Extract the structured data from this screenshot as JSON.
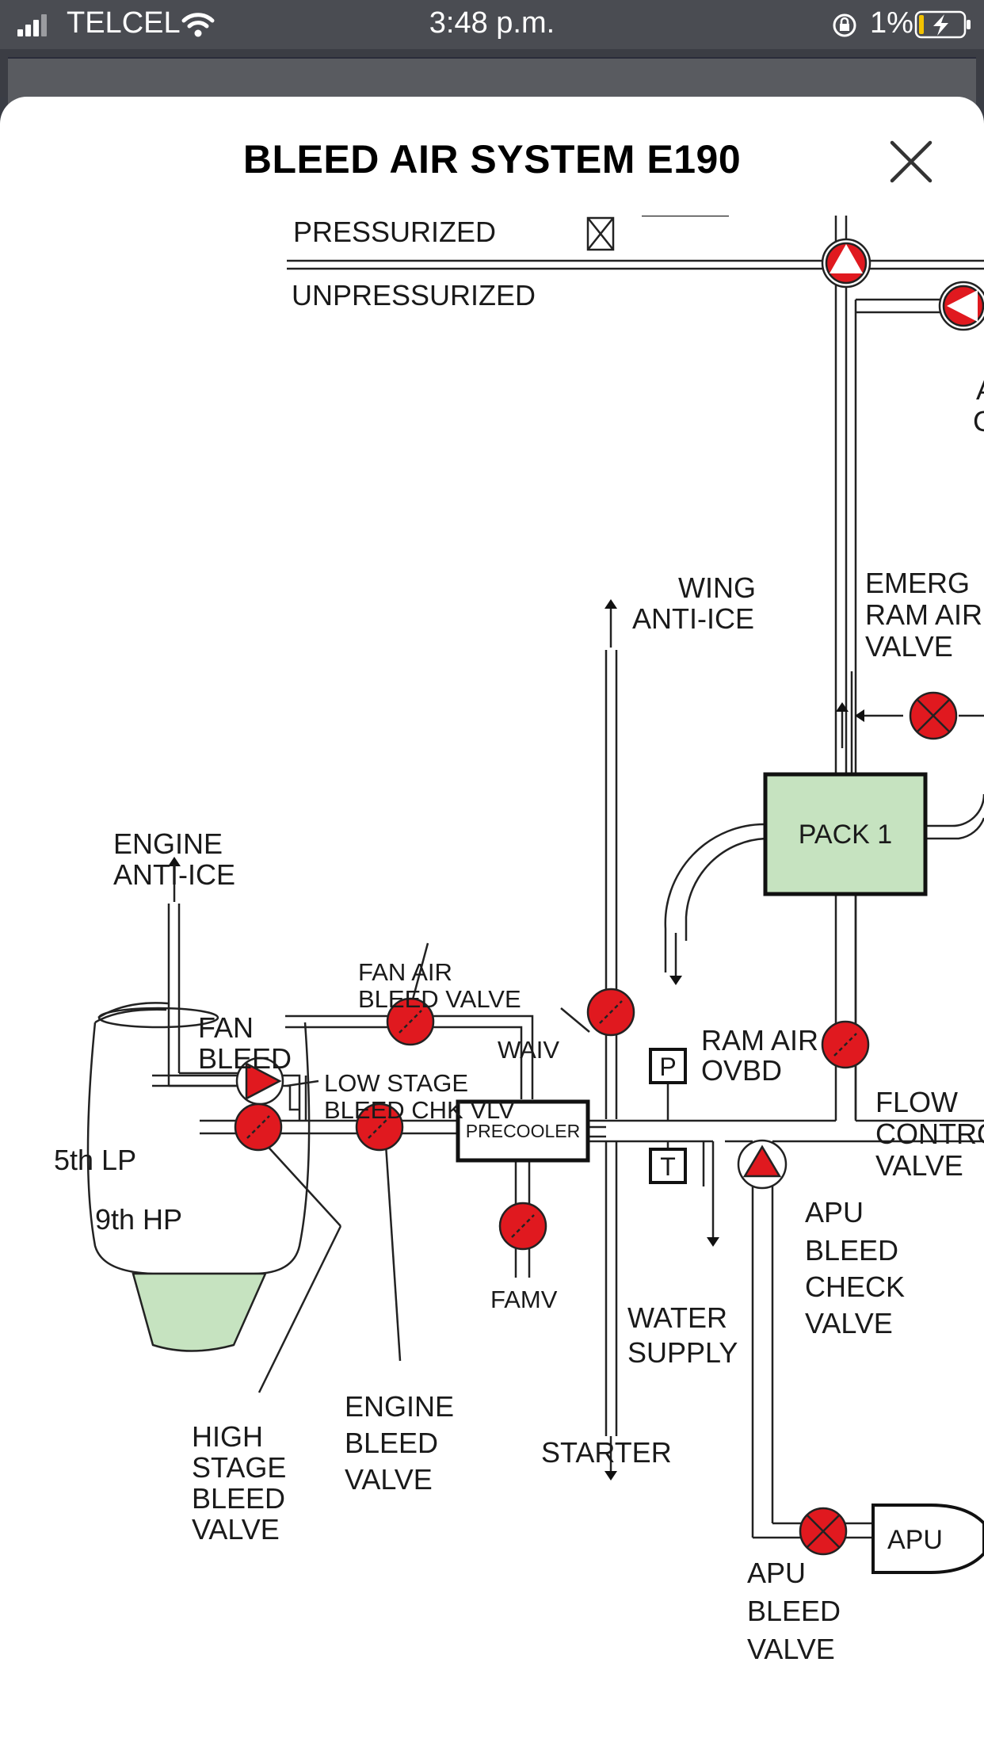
{
  "status_bar": {
    "carrier": "TELCEL",
    "time": "3:48 p.m.",
    "battery": "1%"
  },
  "sheet": {
    "title": "BLEED AIR SYSTEM E190",
    "close_icon": "close-icon"
  },
  "diagram": {
    "pressurized": "PRESSURIZED",
    "unpressurized": "UNPRESSURIZED",
    "wing_anti_ice": [
      "WING",
      "ANTI-ICE"
    ],
    "emerg_ram_air": [
      "EMERG",
      "RAM AIR",
      "VALVE"
    ],
    "engine_anti_ice": [
      "ENGINE",
      "ANTI-ICE"
    ],
    "pack1": "PACK 1",
    "fan_air_bleed_valve": [
      "FAN AIR",
      "BLEED VALVE"
    ],
    "fan_bleed": [
      "FAN",
      "BLEED"
    ],
    "waiv": "WAIV",
    "ram_air_ovbd": [
      "RAM AIR",
      "OVBD"
    ],
    "flow_control": [
      "FLOW",
      "CONTROL",
      "VALVE"
    ],
    "fifth_lp": "5th LP",
    "ninth_hp": "9th HP",
    "low_stage": [
      "LOW STAGE",
      "BLEED CHK VLV"
    ],
    "p_sensor": "P",
    "t_sensor": "T",
    "precooler": "PRECOOLER",
    "apu_check": [
      "APU",
      "BLEED",
      "CHECK",
      "VALVE"
    ],
    "famv": "FAMV",
    "water_supply": [
      "WATER",
      "SUPPLY"
    ],
    "engine_bleed": [
      "ENGINE",
      "BLEED",
      "VALVE"
    ],
    "starter": "STARTER",
    "apu": "APU",
    "high_stage": [
      "HIGH",
      "STAGE",
      "BLEED",
      "VALVE"
    ],
    "apu_bleed_valve": [
      "APU",
      "BLEED",
      "VALVE"
    ],
    "edge_a": "A",
    "edge_c": "C"
  },
  "colors": {
    "valve_red": "#e0191f",
    "pack_green": "#c6e3c0",
    "engine_green": "#c6e3c0"
  }
}
